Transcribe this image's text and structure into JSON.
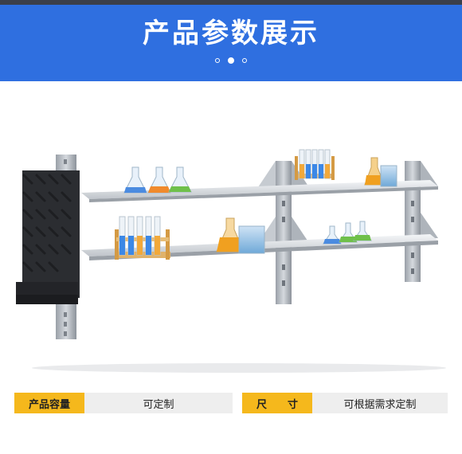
{
  "banner": {
    "title": "产品参数展示",
    "pager_dots": 3,
    "active_dot": 1,
    "background": "#2f6fe0"
  },
  "specs": [
    {
      "label": "产品容量",
      "value": "可定制"
    },
    {
      "label": "尺　　寸",
      "value": "可根据需求定制"
    }
  ],
  "colors": {
    "label_bg": "#f5b81c",
    "value_bg": "#eeeeee",
    "pegboard": "#2b2d31",
    "shelf": "#c9cdd3"
  }
}
